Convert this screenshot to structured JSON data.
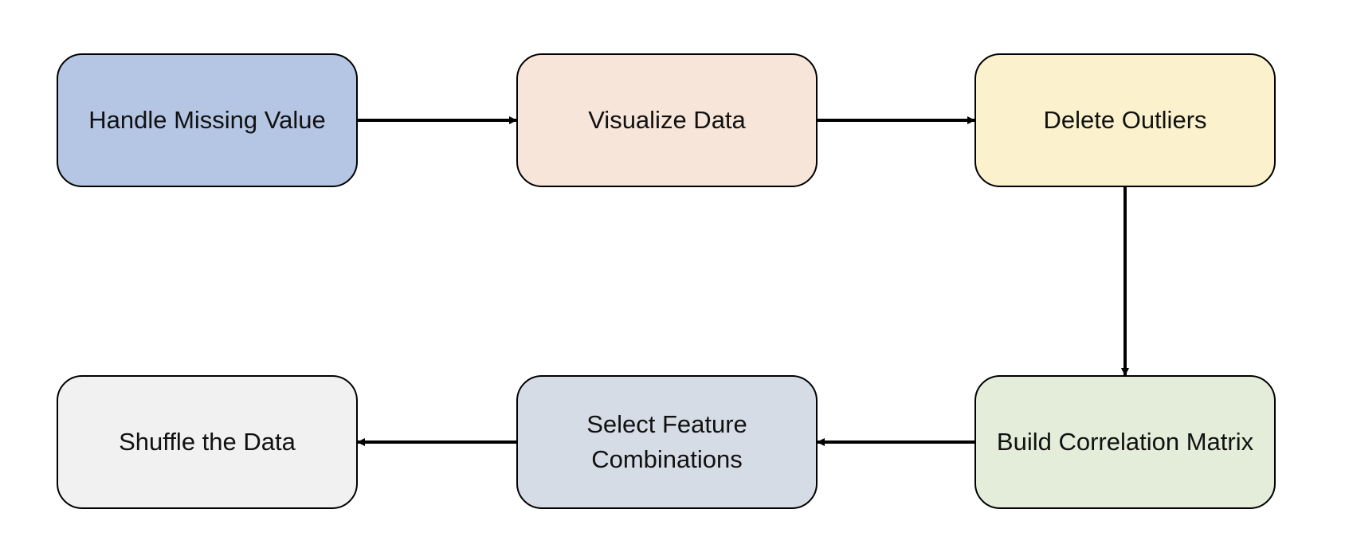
{
  "diagram": {
    "nodes": [
      {
        "id": "n1",
        "label": "Handle Missing Value",
        "color": "#b4c6e4"
      },
      {
        "id": "n2",
        "label": "Visualize Data",
        "color": "#f7e5d9"
      },
      {
        "id": "n3",
        "label": "Delete Outliers",
        "color": "#fbf2cd"
      },
      {
        "id": "n4",
        "label": "Build Correlation Matrix",
        "color": "#e3edd9"
      },
      {
        "id": "n5",
        "label": "Select Feature Combinations",
        "color": "#d6dce5"
      },
      {
        "id": "n6",
        "label": "Shuffle the Data",
        "color": "#f1f1f1"
      }
    ],
    "edges": [
      {
        "from": "n1",
        "to": "n2"
      },
      {
        "from": "n2",
        "to": "n3"
      },
      {
        "from": "n3",
        "to": "n4"
      },
      {
        "from": "n4",
        "to": "n5"
      },
      {
        "from": "n5",
        "to": "n6"
      }
    ],
    "arrow_color": "#000000"
  }
}
